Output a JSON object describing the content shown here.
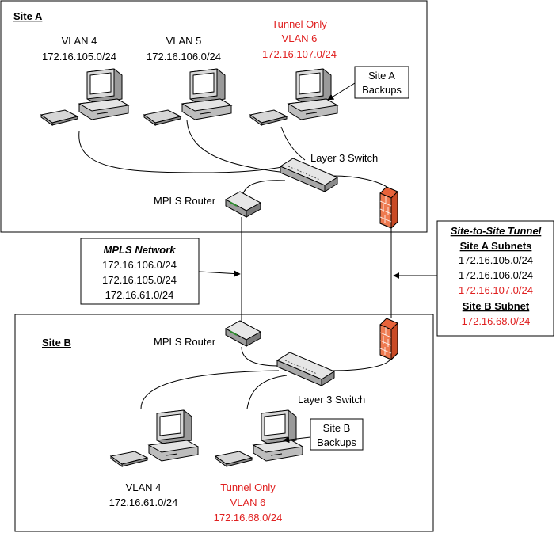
{
  "colors": {
    "red": "#e02020",
    "line": "#000000",
    "firewall": "#e8633a"
  },
  "site_a": {
    "title": "Site A",
    "vlan4": {
      "name": "VLAN 4",
      "subnet": "172.16.105.0/24"
    },
    "vlan5": {
      "name": "VLAN 5",
      "subnet": "172.16.106.0/24"
    },
    "vlan6": {
      "tag": "Tunnel Only",
      "name": "VLAN 6",
      "subnet": "172.16.107.0/24"
    },
    "backups": [
      "Site A",
      "Backups"
    ],
    "switch": "Layer 3 Switch",
    "router": "MPLS Router"
  },
  "site_b": {
    "title": "Site B",
    "vlan4": {
      "name": "VLAN 4",
      "subnet": "172.16.61.0/24"
    },
    "vlan6": {
      "tag": "Tunnel Only",
      "name": "VLAN 6",
      "subnet": "172.16.68.0/24"
    },
    "backups": [
      "Site B",
      "Backups"
    ],
    "switch": "Layer 3 Switch",
    "router": "MPLS Router"
  },
  "mpls": {
    "title": "MPLS Network",
    "routes": [
      "172.16.106.0/24",
      "172.16.105.0/24",
      "172.16.61.0/24"
    ]
  },
  "tunnel": {
    "title": "Site-to-Site Tunnel",
    "a_heading": "Site A Subnets",
    "a_subnets": [
      "172.16.105.0/24",
      "172.16.106.0/24"
    ],
    "a_subnet_red": "172.16.107.0/24",
    "b_heading": "Site B Subnet",
    "b_subnet_red": "172.16.68.0/24"
  }
}
